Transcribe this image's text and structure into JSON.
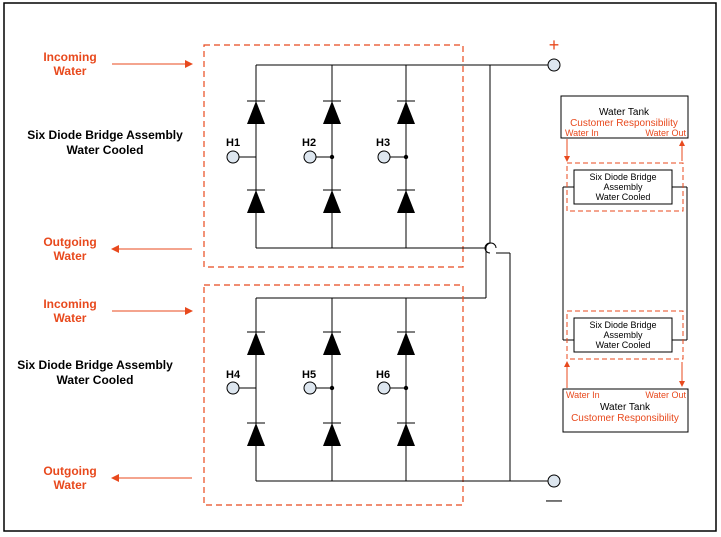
{
  "polarity": {
    "plus": "+",
    "minus": "—"
  },
  "assembly_top": {
    "label_line1": "Six Diode Bridge Assembly",
    "label_line2": "Water Cooled",
    "incoming_line1": "Incoming",
    "incoming_line2": "Water",
    "outgoing_line1": "Outgoing",
    "outgoing_line2": "Water",
    "terminals": [
      "H1",
      "H2",
      "H3"
    ]
  },
  "assembly_bottom": {
    "label_line1": "Six Diode Bridge Assembly",
    "label_line2": "Water Cooled",
    "incoming_line1": "Incoming",
    "incoming_line2": "Water",
    "outgoing_line1": "Outgoing",
    "outgoing_line2": "Water",
    "terminals": [
      "H4",
      "H5",
      "H6"
    ]
  },
  "cooling_top": {
    "tank_title": "Water Tank",
    "tank_sub": "Customer Responsibility",
    "water_in": "Water In",
    "water_out": "Water Out",
    "module_line1": "Six Diode Bridge",
    "module_line2": "Assembly",
    "module_line3": "Water Cooled"
  },
  "cooling_bottom": {
    "tank_title": "Water Tank",
    "tank_sub": "Customer Responsibility",
    "water_in": "Water In",
    "water_out": "Water Out",
    "module_line1": "Six Diode Bridge",
    "module_line2": "Assembly",
    "module_line3": "Water Cooled"
  },
  "colors": {
    "accent_red": "#e8491d",
    "line": "#000000",
    "terminal_fill": "#dde6ef"
  }
}
